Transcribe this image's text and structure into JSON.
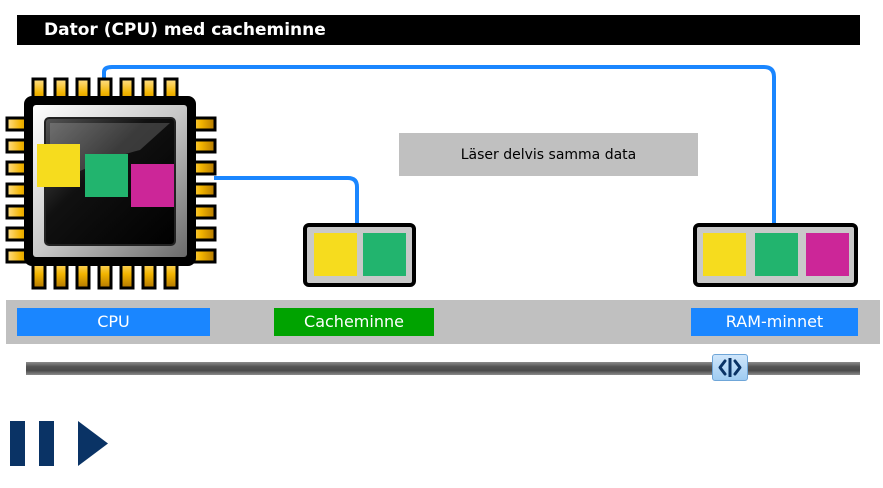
{
  "header": {
    "title": "Dator (CPU) med cacheminne"
  },
  "info_box": {
    "text": "Läser delvis samma data"
  },
  "labels": {
    "cpu": "CPU",
    "cache": "Cacheminne",
    "ram": "RAM-minnet"
  },
  "colors": {
    "title_bar": "#000000",
    "wire": "#1a86ff",
    "cpu_label": "#1a86ff",
    "cache_label": "#00a300",
    "ram_label": "#1a86ff",
    "block_yellow": "#f6dc1e",
    "block_green": "#22b46e",
    "block_magenta": "#cc2698",
    "chip_pins": "#f2b400"
  },
  "timeline": {
    "progress": 0.82
  },
  "icons": {
    "chip": "cpu-chip-icon",
    "handle": "drag-handle-icon",
    "pause": "pause-icon",
    "play": "play-icon"
  }
}
